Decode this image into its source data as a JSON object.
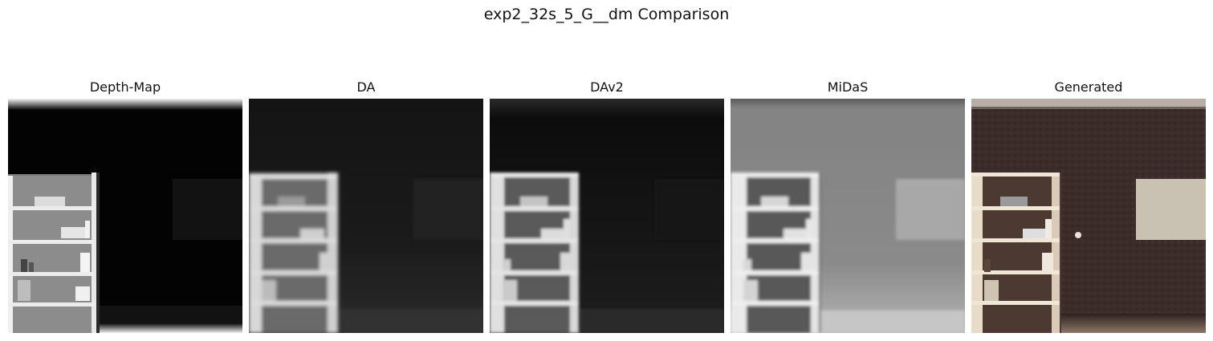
{
  "figure": {
    "title": "exp2_32s_5_G__dm Comparison"
  },
  "panels": [
    {
      "title": "Depth-Map",
      "kind": "depth-map"
    },
    {
      "title": "DA",
      "kind": "depth-estimate"
    },
    {
      "title": "DAv2",
      "kind": "depth-estimate"
    },
    {
      "title": "MiDaS",
      "kind": "depth-estimate"
    },
    {
      "title": "Generated",
      "kind": "rgb-render"
    }
  ]
}
